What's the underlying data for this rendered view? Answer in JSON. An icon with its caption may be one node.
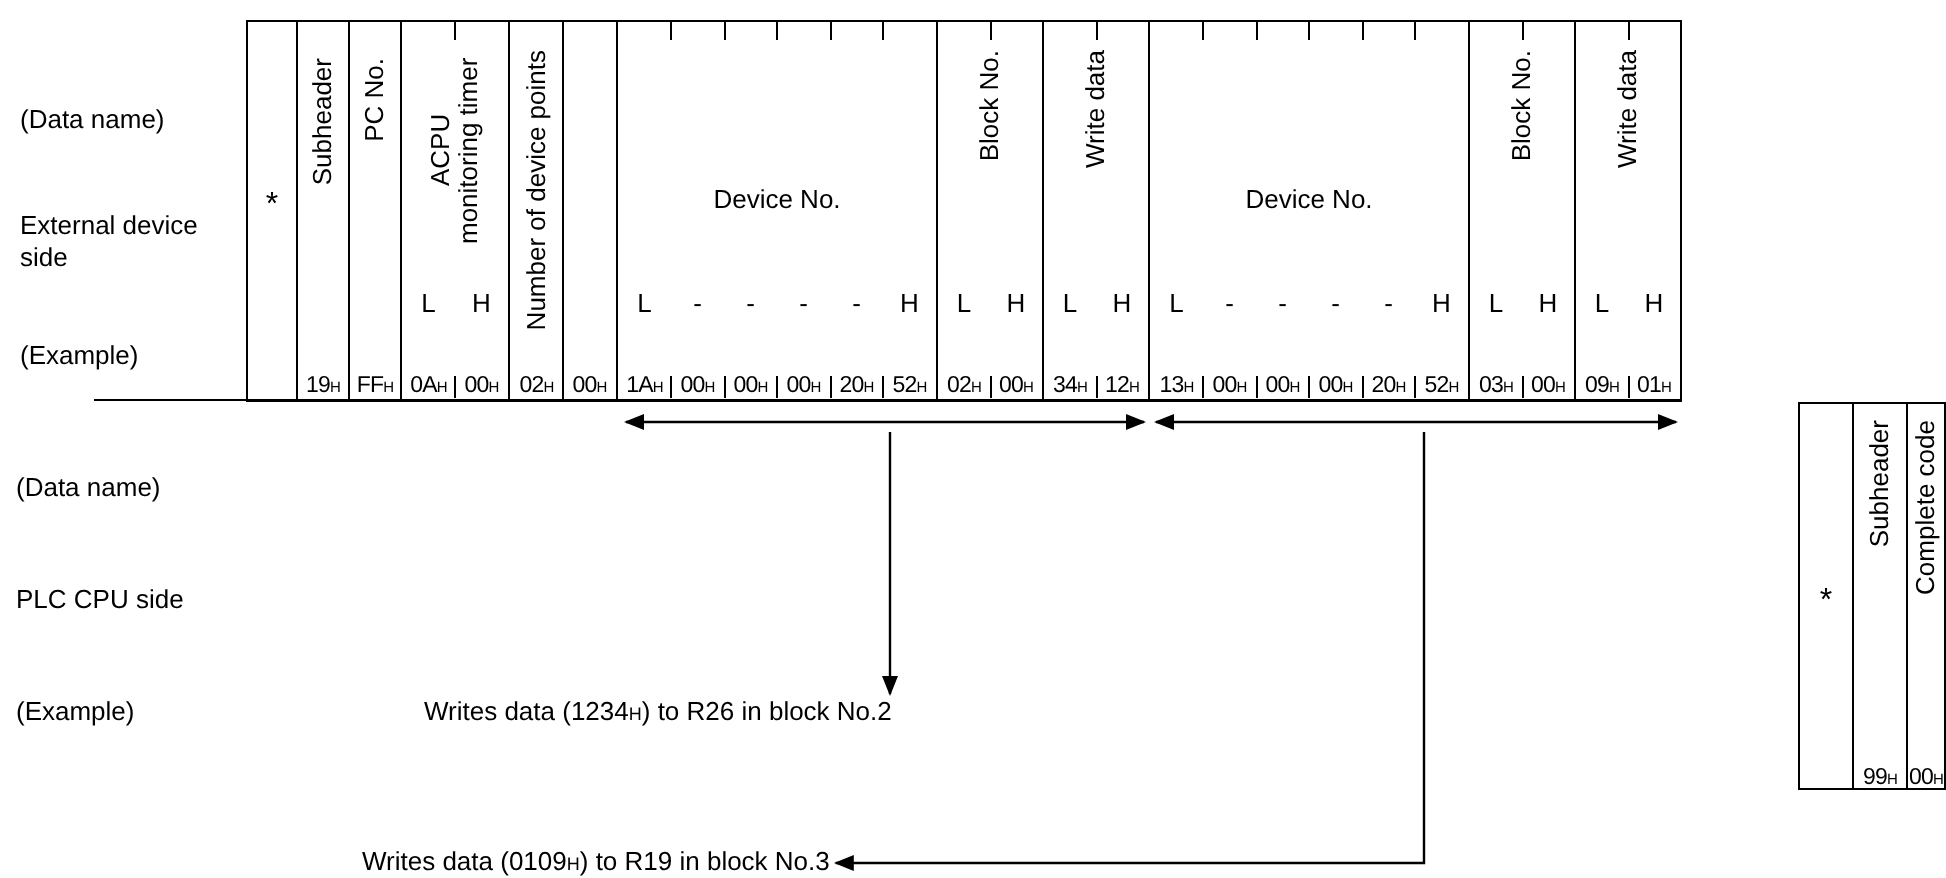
{
  "diagram": {
    "nodes": [
      {
        "text": [
          "*"
        ]
      },
      {
        "text": [
          "Subheader",
          "19$_{H}$"
        ]
      },
      {
        "text": [
          "PC No.",
          "FF$_{H}$"
        ]
      },
      {
        "text": [
          "ACPU monitoring timer",
          "L",
          "H",
          "0A$_{H}$",
          "00$_{H}$"
        ]
      },
      {
        "text": [
          "Number of device points",
          "02$_{H}$",
          "00$_{H}$"
        ]
      },
      {
        "text": [
          "Device No.",
          "L",
          "-",
          "-",
          "-",
          "-",
          "H",
          "1A$_{H}$",
          "00$_{H}$",
          "00$_{H}$",
          "00$_{H}$",
          "20$_{H}$",
          "52$_{H}$"
        ]
      },
      {
        "text": [
          "Block No.",
          "L",
          "H",
          "02$_{H}$",
          "00$_{H}$"
        ]
      },
      {
        "text": [
          "Write data",
          "L",
          "H",
          "34$_{H}$",
          "12$_{H}$"
        ]
      },
      {
        "text": [
          "Device No.",
          "L",
          "-",
          "-",
          "-",
          "-",
          "H",
          "13$_{H}$",
          "00$_{H}$",
          "00$_{H}$",
          "00$_{H}$",
          "20$_{H}$",
          "52$_{H}$"
        ]
      },
      {
        "text": [
          "Block No.",
          "L",
          "H",
          "03$_{H}$",
          "00$_{H}$"
        ]
      },
      {
        "text": [
          "Write data",
          "L",
          "H",
          "09$_{H}$",
          "01$_{H}$"
        ]
      },
      {
        "text": [
          "Writes data (1234$_{H}$) to R26 in block No.2"
        ]
      },
      {
        "text": [
          "Writes data (0109$_{H}$) to R19 in block No.3"
        ]
      },
      {
        "text": [
          "*"
        ]
      },
      {
        "text": [
          "Subheader",
          "99$_{H}$"
        ]
      },
      {
        "text": [
          "Complete code",
          "00$_{H}$"
        ]
      },
      {
        "text": [],
        "shape": "bar"
      },
      {
        "text": [],
        "shape": "bar"
      }
    ],
    "edges": [
      {
        "from": 16,
        "to": 11,
        "arrow": "to"
      },
      {
        "from": 17,
        "to": 12,
        "arrow": "to"
      }
    ],
    "labels": [
      "(Data name)",
      "External device side",
      "(Example)",
      "(Data name)",
      "PLC CPU side",
      "(Example)"
    ]
  }
}
